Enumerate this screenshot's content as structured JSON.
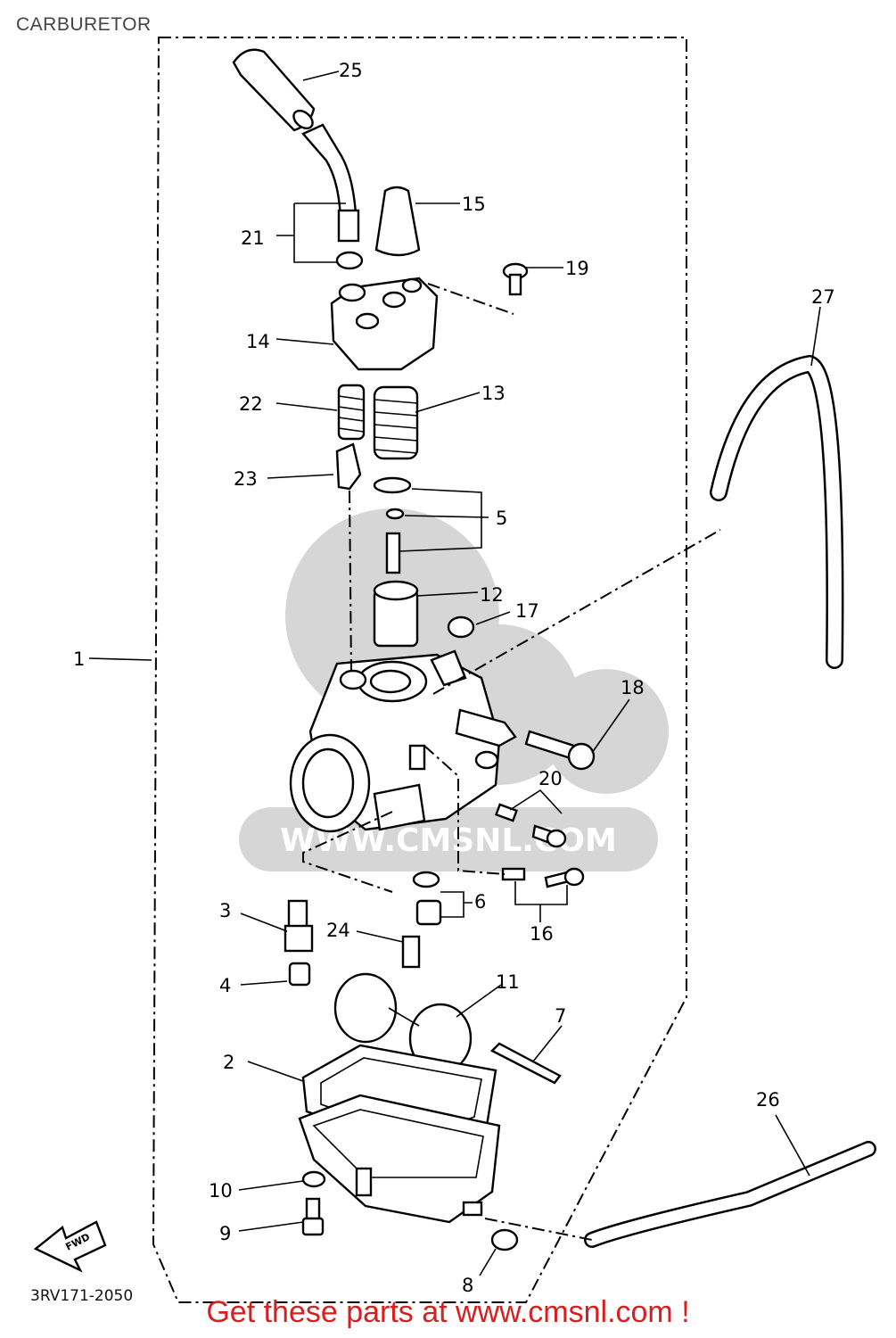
{
  "page": {
    "title": "CARBURETOR",
    "diagram_code": "3RV171-2050"
  },
  "footer": {
    "text": "Get these parts at www.cmsnl.com !"
  },
  "watermark": {
    "text": "WWW.CMSNL.COM"
  },
  "callouts": [
    "1",
    "2",
    "3",
    "4",
    "5",
    "6",
    "7",
    "8",
    "9",
    "10",
    "11",
    "12",
    "13",
    "14",
    "15",
    "16",
    "17",
    "18",
    "19",
    "20",
    "21",
    "22",
    "23",
    "24",
    "25",
    "26",
    "27"
  ],
  "colors": {
    "footer": "#d81f1f",
    "title": "#444444",
    "watermark": "#d6d6d6"
  }
}
